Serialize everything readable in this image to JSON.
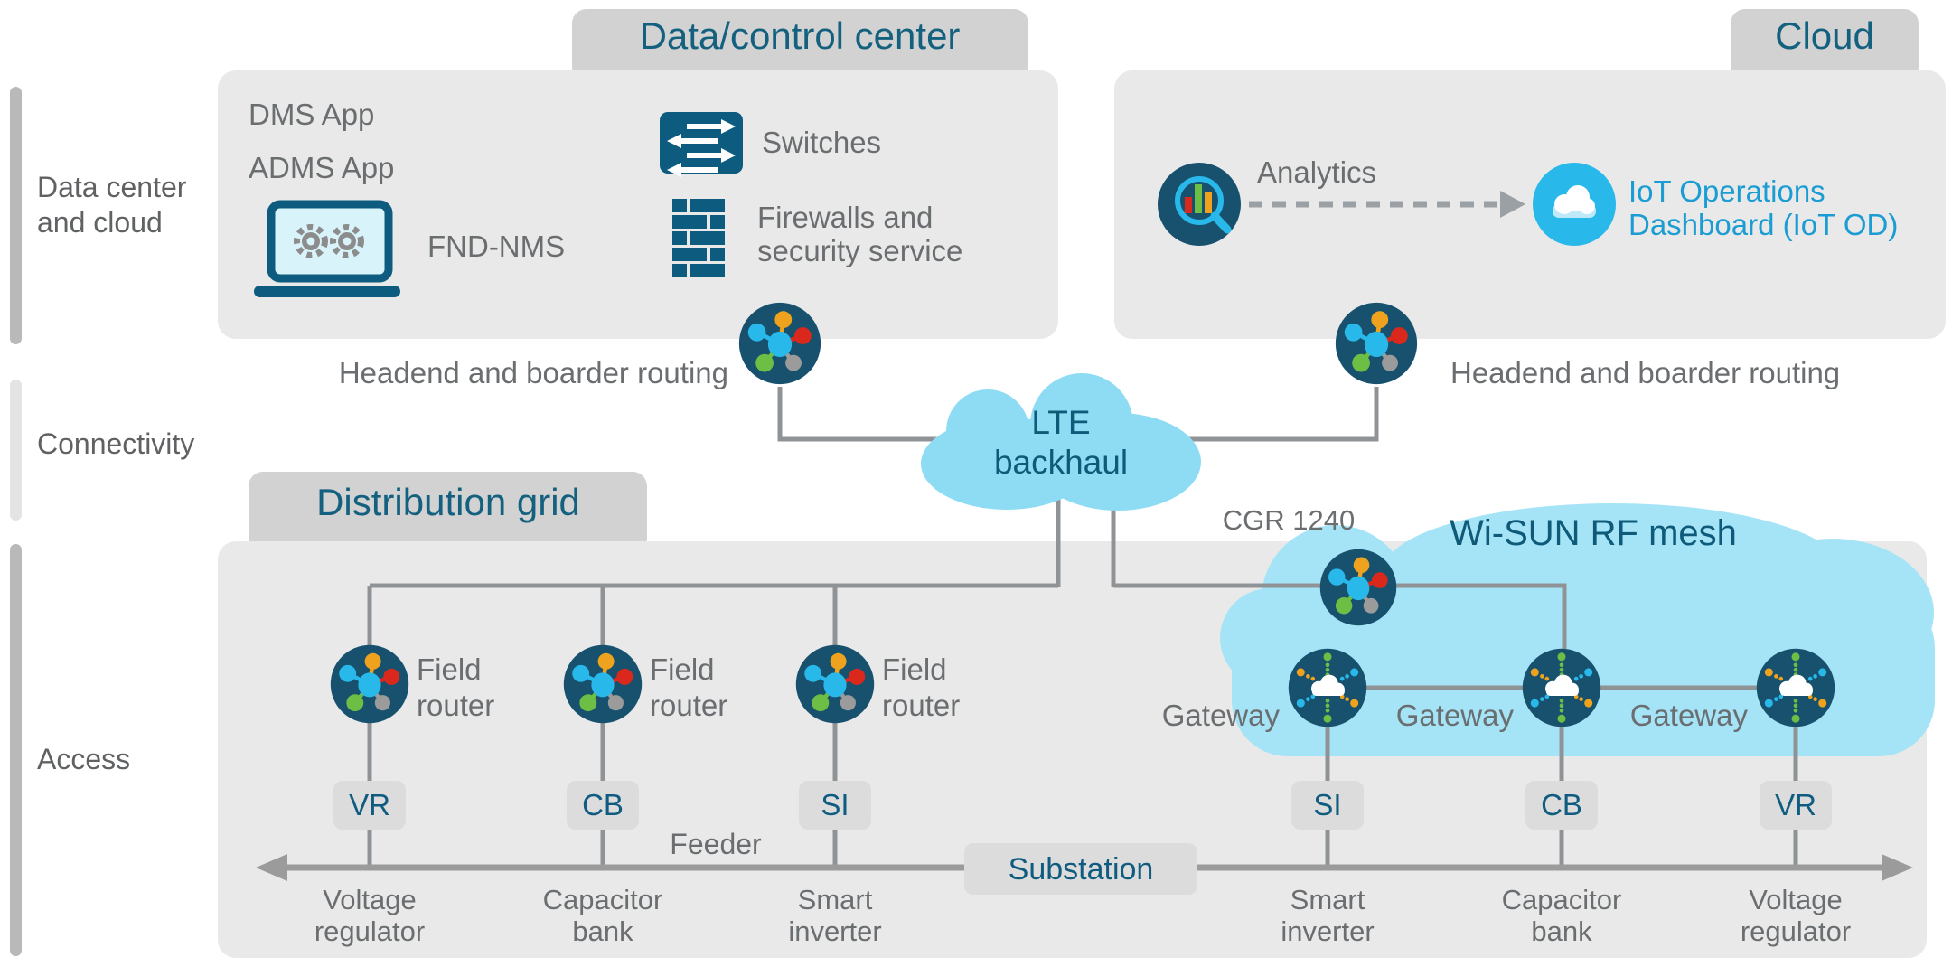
{
  "left_rail": {
    "datacenter_line1": "Data center",
    "datacenter_line2": "and cloud",
    "connectivity": "Connectivity",
    "access": "Access"
  },
  "data_control_center": {
    "title": "Data/control center",
    "dms_app": "DMS App",
    "adms_app": "ADMS App",
    "fnd_nms": "FND-NMS",
    "switches": "Switches",
    "firewalls_line1": "Firewalls and",
    "firewalls_line2": "security service"
  },
  "cloud_section": {
    "title": "Cloud",
    "analytics": "Analytics",
    "iot_od_line1": "IoT Operations",
    "iot_od_line2": "Dashboard (IoT OD)"
  },
  "connectivity": {
    "headend_left": "Headend and boarder routing",
    "headend_right": "Headend and boarder routing",
    "lte_line1": "LTE",
    "lte_line2": "backhaul"
  },
  "distribution_grid": {
    "title": "Distribution grid",
    "cgr_label": "CGR 1240",
    "wisun_label": "Wi-SUN RF mesh",
    "field_router_line1": "Field",
    "field_router_line2": "router",
    "gateway_label": "Gateway",
    "feeder_label": "Feeder",
    "substation_label": "Substation",
    "devices": [
      {
        "code": "VR",
        "name_line1": "Voltage",
        "name_line2": "regulator"
      },
      {
        "code": "CB",
        "name_line1": "Capacitor",
        "name_line2": "bank"
      },
      {
        "code": "SI",
        "name_line1": "Smart",
        "name_line2": "inverter"
      },
      {
        "code": "SI",
        "name_line1": "Smart",
        "name_line2": "inverter"
      },
      {
        "code": "CB",
        "name_line1": "Capacitor",
        "name_line2": "bank"
      },
      {
        "code": "VR",
        "name_line1": "Voltage",
        "name_line2": "regulator"
      }
    ]
  },
  "icons": {
    "router": "network-router-icon",
    "gateway": "cloud-gateway-icon",
    "analytics": "magnifier-chart-icon",
    "iot_dashboard": "cloud-icon",
    "switches": "switch-arrows-icon",
    "firewall": "brick-wall-icon",
    "fnd_nms": "laptop-gears-icon"
  },
  "colors": {
    "panel_gray": "#e9e9e9",
    "tab_gray": "#d2d2d2",
    "chip_gray": "#dcdcdc",
    "header_teal": "#14607f",
    "icon_teal": "#0d5c80",
    "navy_circle": "#17516e",
    "cyan": "#29b8ea",
    "iot_text_cyan": "#1b9cd3",
    "lte_cloud_blue": "#8edcf3",
    "wisun_cloud_blue": "#a5e4f7",
    "line_gray": "#8f9396",
    "text_gray": "#6b6e70",
    "orange": "#efa21d",
    "red": "#da291c",
    "green": "#6cbe45",
    "dot_gray": "#9b9b9b"
  }
}
